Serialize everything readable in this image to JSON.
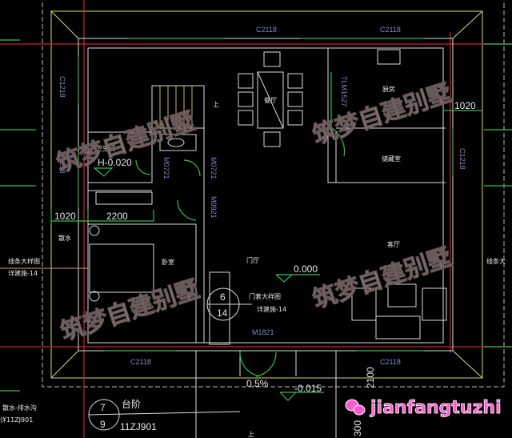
{
  "colors": {
    "background": "#000000",
    "wall": "#e0e0e0",
    "axis": "#d21e28",
    "door": "#2fbf4f",
    "eave": "#d8d86a",
    "code": "#7f86c8",
    "brand": "#ff5ad2"
  },
  "windows": {
    "top_left": "C2118",
    "top_right": "C2118",
    "bottom_left": "C2118",
    "bottom_right": "C2118",
    "left_top": "C1218",
    "left_bottom": "C1218",
    "right": "C1218"
  },
  "doors": {
    "bath1": "M0721",
    "bath2": "M0721",
    "bedroom": "M0921",
    "kitchen": "TLM1527",
    "entrance": "M1821"
  },
  "dims": {
    "left_1020": "1020",
    "left_2200": "2200",
    "right_1020": "1020",
    "porch_2100": "2100",
    "porch_300": "300"
  },
  "levels": {
    "bath": "H-0.020",
    "hall": "0.000",
    "porch": "-0.015",
    "slope": "0.5%"
  },
  "rooms": {
    "dining": "餐厅",
    "kitchen": "厨房",
    "storage": "储藏室",
    "bath": "卫生间",
    "bedroom": "卧室",
    "foyer": "门厅",
    "living": "客厅",
    "steps": "台阶",
    "apron": "散水"
  },
  "notes": {
    "left_line1": "线条大样图",
    "left_line2": "详建施-14",
    "right_line1": "线条大",
    "door_line1": "门套大样图",
    "door_line2": "详建施-14",
    "drain_line1": "散水-排水沟",
    "drain_line2": "详11ZJ901",
    "std_ref": "11ZJ901",
    "stair_up": "上",
    "porch_up": "上"
  },
  "callouts": {
    "steps_top": "7",
    "steps_bottom": "9",
    "door_top": "6",
    "door_bottom": "14"
  },
  "watermark": {
    "text": "筑梦自建别墅",
    "brand": "jianfangtuzhi"
  }
}
